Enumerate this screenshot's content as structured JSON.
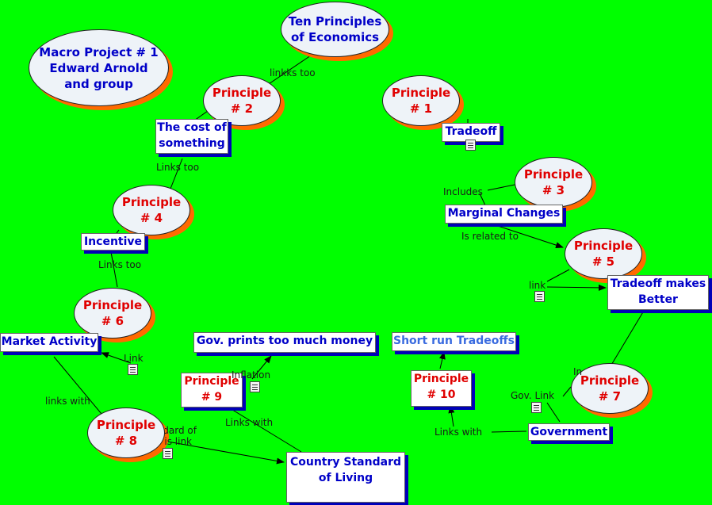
{
  "title_oval": {
    "line1": "Macro Project # 1",
    "line2": "Edward Arnold",
    "line3": "and group"
  },
  "root_oval": {
    "line1": "Ten Principles",
    "line2": "of Economics"
  },
  "principles": {
    "p1": {
      "word": "Principle",
      "num": "# 1"
    },
    "p2": {
      "word": "Principle",
      "num": "# 2"
    },
    "p3": {
      "word": "Principle",
      "num": "# 3"
    },
    "p4": {
      "word": "Principle",
      "num": "# 4"
    },
    "p5": {
      "word": "Principle",
      "num": "# 5"
    },
    "p6": {
      "word": "Principle",
      "num": "# 6"
    },
    "p7": {
      "word": "Principle",
      "num": "# 7"
    },
    "p8": {
      "word": "Principle",
      "num": "# 8"
    },
    "p9": {
      "word": "Principle",
      "num": "# 9"
    },
    "p10": {
      "word": "Principle",
      "num": "# 10"
    }
  },
  "concepts": {
    "cost": {
      "line1": "The cost of",
      "line2": "something"
    },
    "tradeoff": "Tradeoff",
    "marginal": "Marginal Changes",
    "incentive": "Incentive",
    "tradeoff_better": {
      "line1": "Tradeoff makes",
      "line2": "Better"
    },
    "market_activity": "Market Activity",
    "gov_prints": "Gov. prints too much money",
    "short_run": "Short run Tradeoffs",
    "government": "Government",
    "country_standard": {
      "line1": "Country Standard",
      "line2": "of Living"
    }
  },
  "link_labels": {
    "linkks_too": "linkks too",
    "links_too_a": "Links too",
    "includes": "Includes",
    "is_related_to": "Is related to",
    "link_p5": "link",
    "links_too_b": "Links too",
    "link_p6": "Link",
    "inflation": "Inflation",
    "links_with_a": "links with",
    "links_with_b": "Links with",
    "links_with_c": "Links with",
    "gov_link": "Gov. Link",
    "standard_of": "Standard of",
    "is_link": "is link",
    "in_p7": "In"
  }
}
